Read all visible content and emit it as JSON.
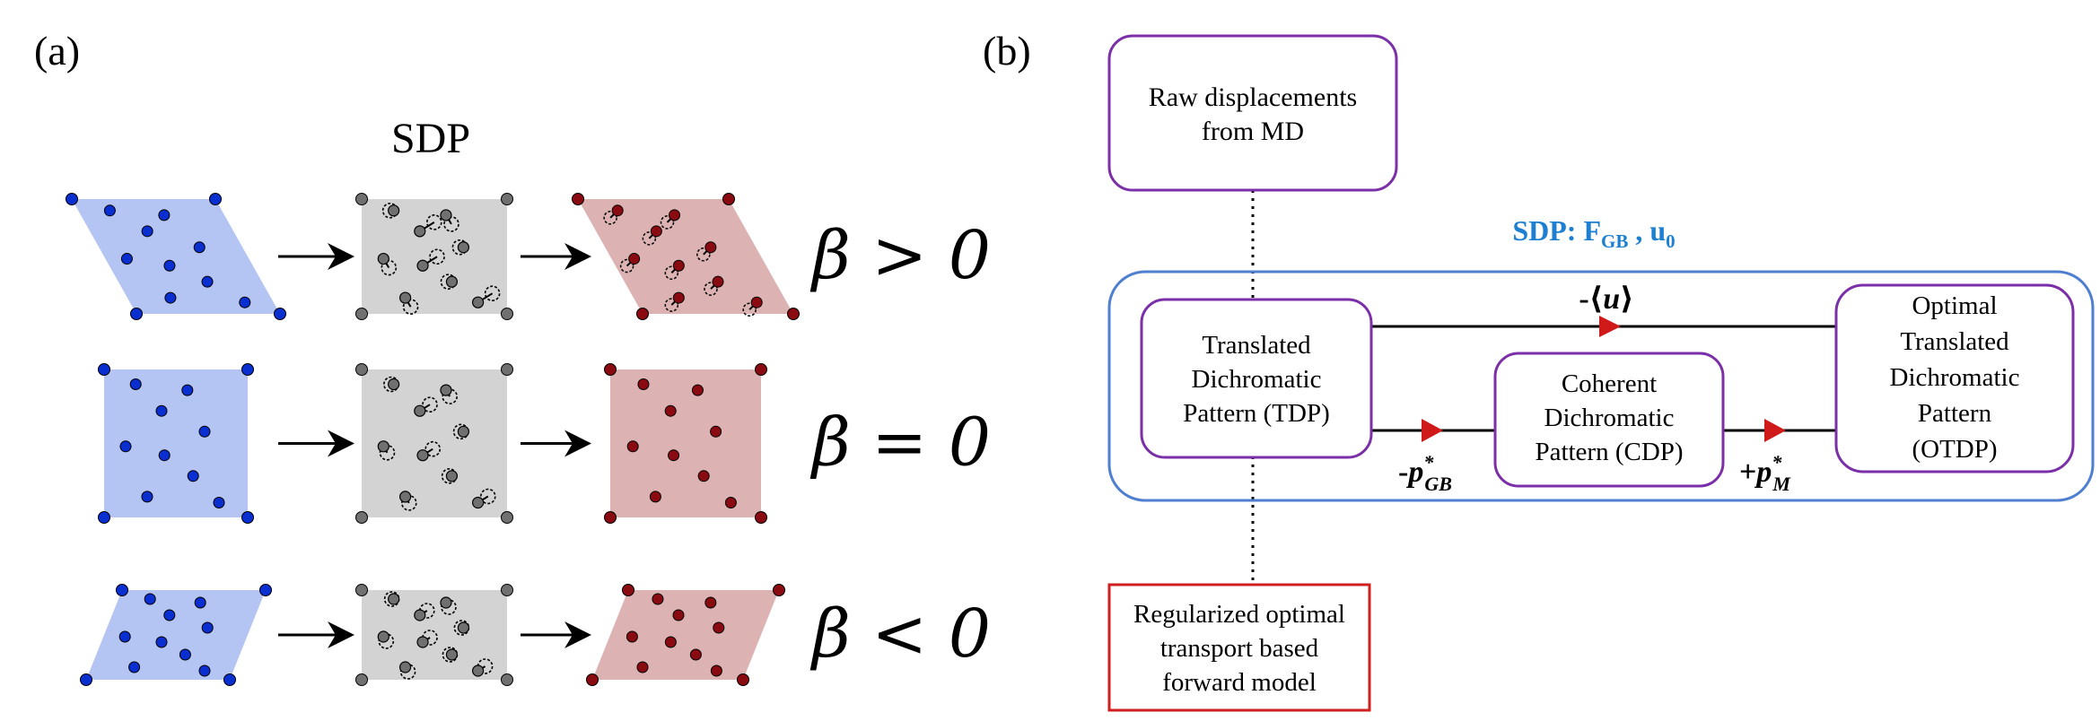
{
  "panel_a": {
    "label": "(a)",
    "header": "SDP",
    "rows": [
      {
        "shape": "parallelogram-right",
        "beta_label": "β > 0",
        "displacement": "large"
      },
      {
        "shape": "square",
        "beta_label": "β = 0",
        "displacement": "medium"
      },
      {
        "shape": "parallelogram-left",
        "beta_label": "β < 0",
        "displacement": "small"
      }
    ],
    "colors": {
      "left_fill": "#b4c4f3",
      "left_atom": "#0a2fd0",
      "mid_fill": "#d3d3d3",
      "mid_atom": "#707070",
      "right_fill": "#dcb2b2",
      "right_atom": "#8a0a12",
      "arrow": "#000000"
    }
  },
  "panel_b": {
    "label": "(b)",
    "group_title": {
      "prefix": "SDP: F",
      "f_sub": "GB",
      "sep": " , u",
      "u_sub": "0"
    },
    "boxes": {
      "raw": {
        "lines": [
          "Raw displacements",
          "from MD"
        ]
      },
      "tdp": {
        "lines": [
          "Translated",
          "Dichromatic",
          "Pattern (TDP)"
        ]
      },
      "cdp": {
        "lines": [
          "Coherent",
          "Dichromatic",
          "Pattern (CDP)"
        ]
      },
      "otdp": {
        "lines": [
          "Optimal",
          "Translated",
          "Dichromatic",
          "Pattern",
          "(OTDP)"
        ]
      },
      "forward": {
        "lines": [
          "Regularized optimal",
          "transport based",
          "forward model"
        ]
      }
    },
    "edges": {
      "top": {
        "prefix": "-⟨",
        "var": "u",
        "suffix": "⟩"
      },
      "tdp_cdp": {
        "sign": "-",
        "var": "p",
        "sup": "*",
        "sub": "GB"
      },
      "cdp_otdp": {
        "sign": "+",
        "var": "p",
        "sup": "*",
        "sub": "M"
      }
    },
    "colors": {
      "box_border": "#7b2fa8",
      "group_border": "#4f7fd0",
      "title": "#1c7fd1",
      "forward_border": "#cf1f1f",
      "arrow_head": "#d01a1a"
    }
  }
}
